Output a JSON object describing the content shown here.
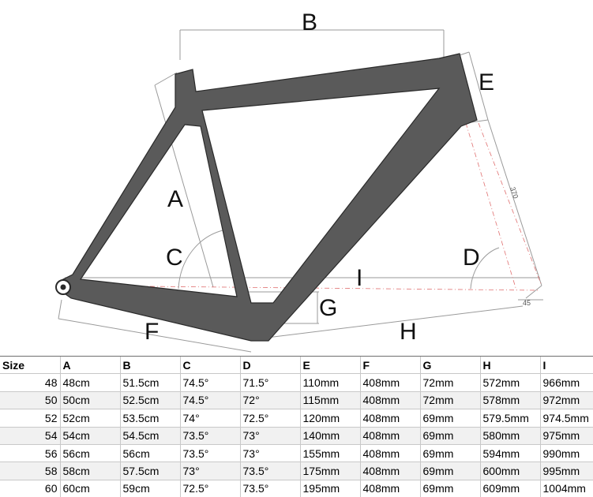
{
  "diagram": {
    "dimension_labels": {
      "a": "A",
      "b": "B",
      "c": "C",
      "d": "D",
      "e": "E",
      "f": "F",
      "g": "G",
      "h": "H",
      "i": "I"
    },
    "fork_length_label": "370",
    "fork_offset_label": "45",
    "frame_color": "#5a5a5a"
  },
  "table": {
    "headers": [
      "Size",
      "A",
      "B",
      "C",
      "D",
      "E",
      "F",
      "G",
      "H",
      "I"
    ],
    "rows": [
      [
        "48",
        "48cm",
        "51.5cm",
        "74.5°",
        "71.5°",
        "110mm",
        "408mm",
        "72mm",
        "572mm",
        "966mm"
      ],
      [
        "50",
        "50cm",
        "52.5cm",
        "74.5°",
        "72°",
        "115mm",
        "408mm",
        "72mm",
        "578mm",
        "972mm"
      ],
      [
        "52",
        "52cm",
        "53.5cm",
        "74°",
        "72.5°",
        "120mm",
        "408mm",
        "69mm",
        "579.5mm",
        "974.5mm"
      ],
      [
        "54",
        "54cm",
        "54.5cm",
        "73.5°",
        "73°",
        "140mm",
        "408mm",
        "69mm",
        "580mm",
        "975mm"
      ],
      [
        "56",
        "56cm",
        "56cm",
        "73.5°",
        "73°",
        "155mm",
        "408mm",
        "69mm",
        "594mm",
        "990mm"
      ],
      [
        "58",
        "58cm",
        "57.5cm",
        "73°",
        "73.5°",
        "175mm",
        "408mm",
        "69mm",
        "600mm",
        "995mm"
      ],
      [
        "60",
        "60cm",
        "59cm",
        "72.5°",
        "73.5°",
        "195mm",
        "408mm",
        "69mm",
        "609mm",
        "1004mm"
      ]
    ]
  }
}
